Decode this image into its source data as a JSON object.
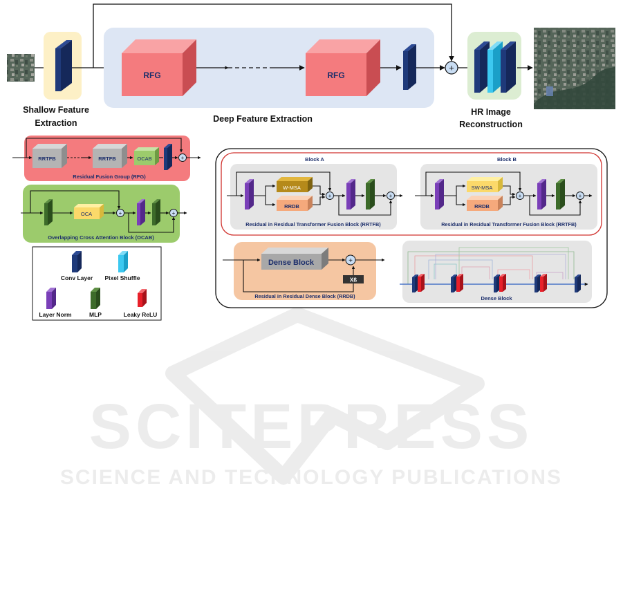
{
  "pipeline": {
    "shallow_label": "Shallow Feature Extraction",
    "shallow_lines": [
      "Shallow Feature",
      "Extraction"
    ],
    "deep_label": "Deep Feature Extraction",
    "rfg_label": "RFG",
    "hr_lines": [
      "HR Image",
      "Reconstruction"
    ],
    "plus": "+"
  },
  "rfg_panel": {
    "title": "Residual Fusion Group (RFG)",
    "block_label": "RRTFB",
    "ocab_label": "OCAB"
  },
  "ocab_panel": {
    "title": "Overlapping Cross Attention Block (OCAB)",
    "oca_label": "OCA"
  },
  "legend": {
    "items": [
      {
        "label": "Conv Layer",
        "color": "#1f3a7a"
      },
      {
        "label": "Pixel Shuffle",
        "color": "#3cc8f0"
      },
      {
        "label": "Layer Norm",
        "color": "#7a3fb8"
      },
      {
        "label": "MLP",
        "color": "#3d6b2a"
      },
      {
        "label": "Leaky ReLU",
        "color": "#e8202a"
      }
    ]
  },
  "block_a": {
    "heading": "Block A",
    "attn_label": "W-MSA",
    "rrdb_label": "RRDB",
    "caption": "Residual in Residual Transformer Fusion Block (RRTFB)"
  },
  "block_b": {
    "heading": "Block B",
    "attn_label": "SW-MSA",
    "rrdb_label": "RRDB",
    "caption": "Residual in Residual Transformer Fusion Block (RRTFB)"
  },
  "rrdb_panel": {
    "dense_label": "Dense Block",
    "multiplier": "Xß",
    "caption": "Residual in Residual Dense Block (RRDB)"
  },
  "dense_panel": {
    "caption": "Dense Block"
  },
  "watermark": {
    "main": "SCITEPRESS",
    "sub": "SCIENCE AND TECHNOLOGY PUBLICATIONS"
  },
  "colors": {
    "conv": "#1f3a7a",
    "pixel_shuffle": "#3cc8f0",
    "layer_norm": "#7a3fb8",
    "mlp": "#3d6b2a",
    "leaky_relu": "#e8202a",
    "rfg_block": "#f47b7e",
    "deep_bg": "#dde6f4",
    "shallow_bg": "#fdf0c6",
    "hr_bg": "#dcedd2",
    "rfg_panel_bg": "#f47b7e",
    "ocab_panel_bg": "#9ccb6c",
    "rrdb_panel_bg": "#f5c6a2",
    "gray_panel_bg": "#e5e5e5",
    "red_border": "#d0312d"
  }
}
